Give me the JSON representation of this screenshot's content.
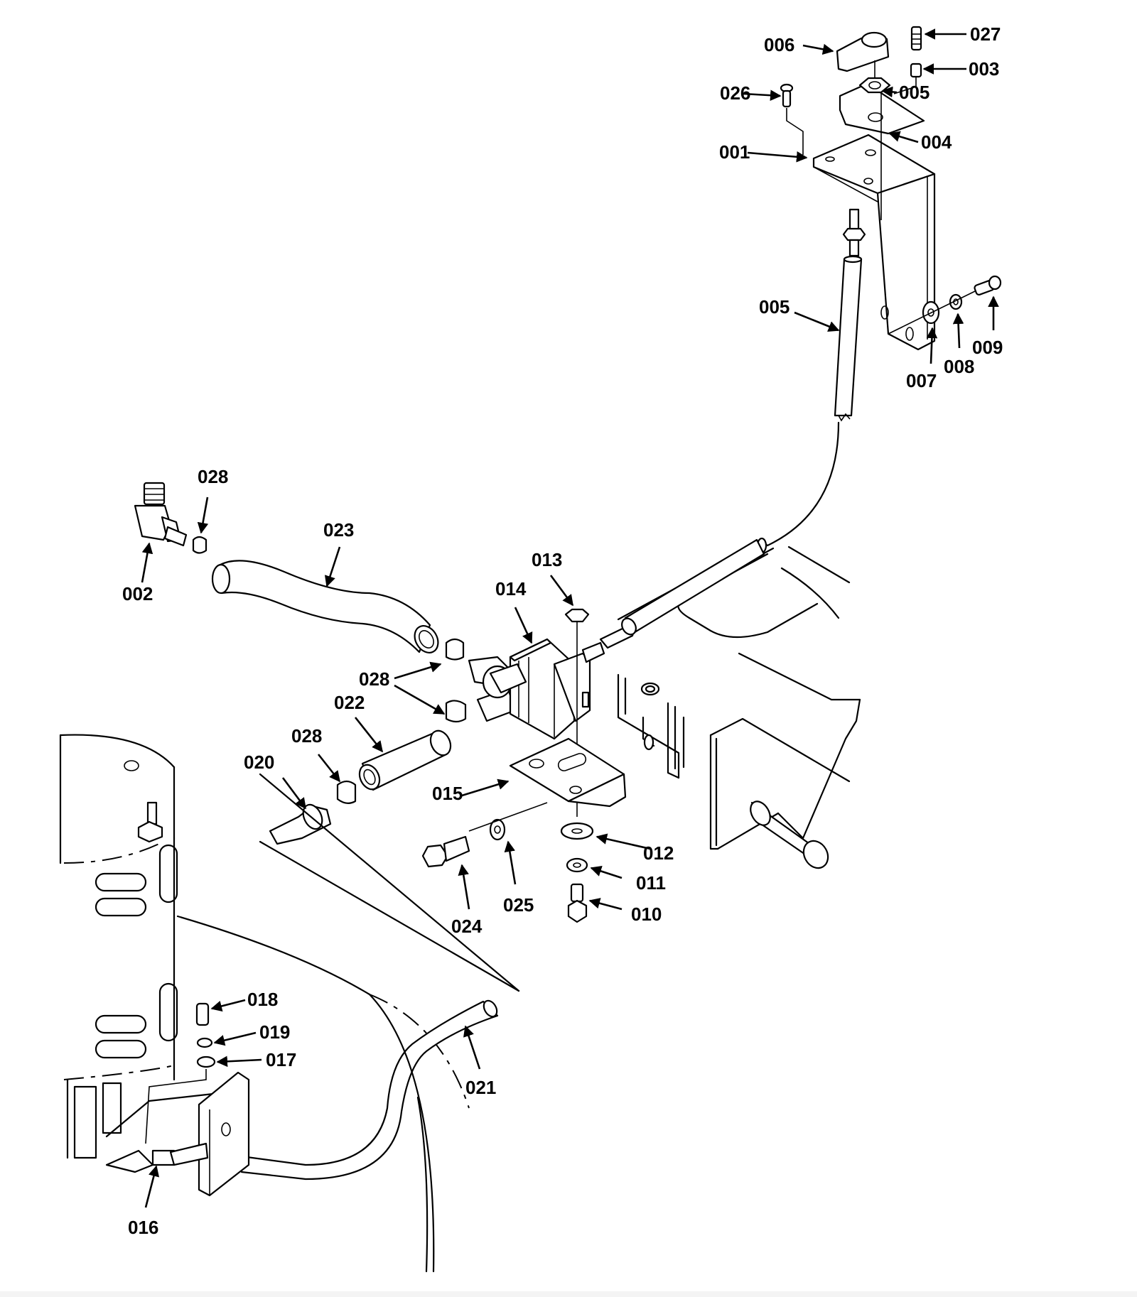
{
  "diagram": {
    "type": "exploded-parts-diagram",
    "callouts": [
      {
        "id": "006",
        "label": "006"
      },
      {
        "id": "027",
        "label": "027"
      },
      {
        "id": "003",
        "label": "003"
      },
      {
        "id": "026",
        "label": "026"
      },
      {
        "id": "005-top",
        "label": "005"
      },
      {
        "id": "004",
        "label": "004"
      },
      {
        "id": "001",
        "label": "001"
      },
      {
        "id": "005-rod",
        "label": "005"
      },
      {
        "id": "009",
        "label": "009"
      },
      {
        "id": "008",
        "label": "008"
      },
      {
        "id": "007",
        "label": "007"
      },
      {
        "id": "028-a",
        "label": "028"
      },
      {
        "id": "002",
        "label": "002"
      },
      {
        "id": "023",
        "label": "023"
      },
      {
        "id": "013",
        "label": "013"
      },
      {
        "id": "014",
        "label": "014"
      },
      {
        "id": "028-b",
        "label": "028"
      },
      {
        "id": "022",
        "label": "022"
      },
      {
        "id": "028-c",
        "label": "028"
      },
      {
        "id": "020",
        "label": "020"
      },
      {
        "id": "015",
        "label": "015"
      },
      {
        "id": "012",
        "label": "012"
      },
      {
        "id": "011",
        "label": "011"
      },
      {
        "id": "010",
        "label": "010"
      },
      {
        "id": "025",
        "label": "025"
      },
      {
        "id": "024",
        "label": "024"
      },
      {
        "id": "018",
        "label": "018"
      },
      {
        "id": "019",
        "label": "019"
      },
      {
        "id": "017",
        "label": "017"
      },
      {
        "id": "021",
        "label": "021"
      },
      {
        "id": "016",
        "label": "016"
      }
    ]
  }
}
